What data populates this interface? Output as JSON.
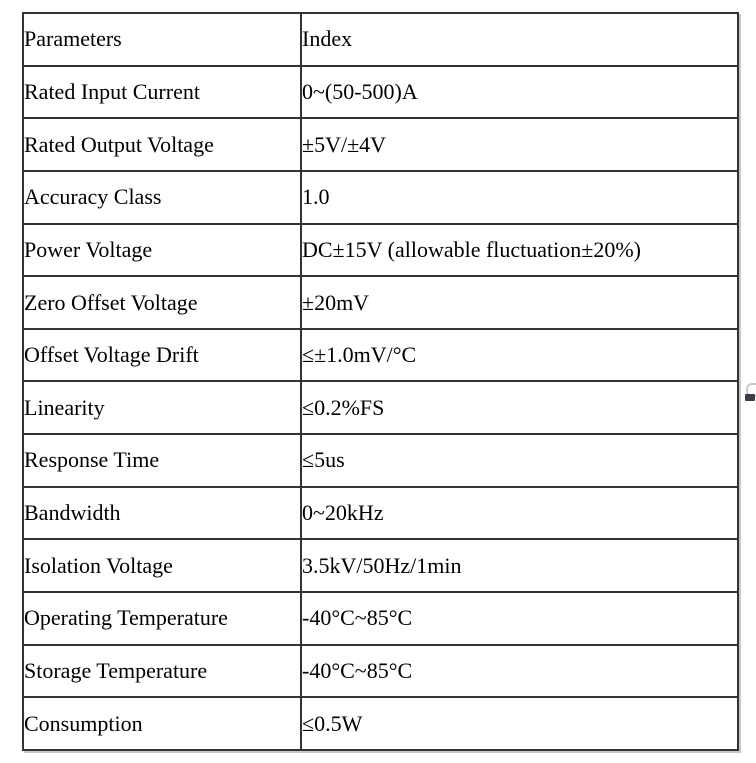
{
  "colors": {
    "background": "#ffffff",
    "table_border": "#333333",
    "text": "#000000",
    "table_shadow": "#c8c8c8"
  },
  "table": {
    "header": {
      "parameter": "Parameters",
      "index": "Index"
    },
    "rows": [
      {
        "parameter": "Rated Input Current",
        "index": "0~(50-500)A"
      },
      {
        "parameter": "Rated Output Voltage",
        "index": "±5V/±4V"
      },
      {
        "parameter": "Accuracy Class",
        "index": "1.0"
      },
      {
        "parameter": "Power Voltage",
        "index": "DC±15V (allowable fluctuation±20%)"
      },
      {
        "parameter": "Zero Offset Voltage",
        "index": "±20mV"
      },
      {
        "parameter": "Offset Voltage Drift",
        "index": "≤±1.0mV/°C"
      },
      {
        "parameter": "Linearity",
        "index": "≤0.2%FS"
      },
      {
        "parameter": "Response Time",
        "index": "≤5us"
      },
      {
        "parameter": "Bandwidth",
        "index": "0~20kHz"
      },
      {
        "parameter": "Isolation Voltage",
        "index": "3.5kV/50Hz/1min"
      },
      {
        "parameter": "Operating Temperature",
        "index": "-40°C~85°C"
      },
      {
        "parameter": "Storage Temperature",
        "index": "-40°C~85°C"
      },
      {
        "parameter": "Consumption",
        "index": "≤0.5W"
      }
    ]
  }
}
